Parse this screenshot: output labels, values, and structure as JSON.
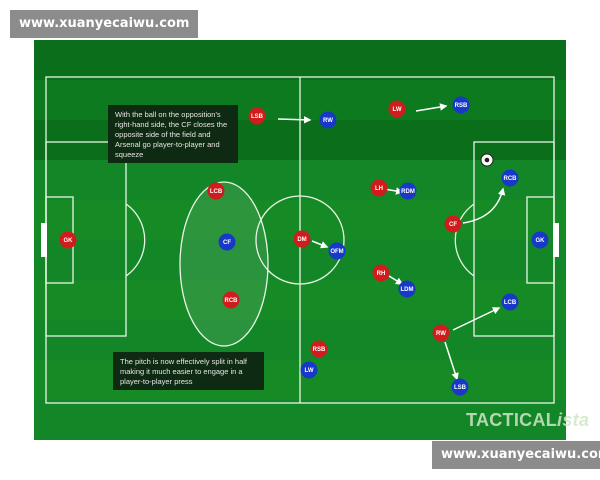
{
  "watermark": {
    "top": "www.xuanyecaiwu.com",
    "bottom": "www.xuanyecaiwu.com"
  },
  "notes": {
    "top": "With the ball on the opposition's right-hand side, the CF closes the opposite side of the field and Arsenal go player-to-player and squeeze",
    "bottom": "The pitch is now effectively split in half making it much easier to engage in a player-to-player press"
  },
  "brand": {
    "main": "TACTICAL",
    "suffix": "ista"
  },
  "colors": {
    "pitch_dark": "#0a6e1a",
    "pitch_light": "#168a25",
    "red_team": "#d01c1c",
    "blue_team": "#1838c8",
    "line": "#e8f5e4"
  },
  "players": {
    "red": {
      "gk": "GK",
      "lcb": "LCB",
      "rcb": "RCB",
      "dm": "DM",
      "lw": "LW",
      "lh": "LH",
      "rh": "RH",
      "cf": "CF",
      "rw": "RW",
      "lsb": "LSB",
      "rsb": "RSB"
    },
    "blue": {
      "gk": "GK",
      "cf": "CF",
      "ofm": "OFM",
      "rw": "RW",
      "rsb": "RSB",
      "rdm": "RDM",
      "ldm": "LDM",
      "rcb": "RCB",
      "lcb": "LCB",
      "lsb": "LSB",
      "lw": "LW"
    }
  }
}
